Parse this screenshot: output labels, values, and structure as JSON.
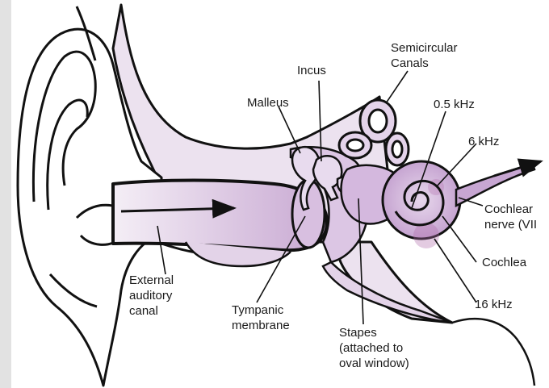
{
  "diagram": {
    "labels": {
      "semicircular_canals": "Semicircular\nCanals",
      "incus": "Incus",
      "malleus": "Malleus",
      "freq_05": "0.5 kHz",
      "freq_6": "6 kHz",
      "cochlear_nerve": "Cochlear\nnerve (VII",
      "cochlea": "Cochlea",
      "freq_16": "16 kHz",
      "external_canal": "External\nauditory\ncanal",
      "tympanic": "Tympanic\nmembrane",
      "stapes": "Stapes\n(attached to\noval window)"
    },
    "colors": {
      "tissue": "#e3d3e8",
      "canal": "#ddc9e3",
      "cochlea": "#c9aad4",
      "cochlea_highlight": "#b06aa8",
      "outline": "#111111"
    }
  }
}
